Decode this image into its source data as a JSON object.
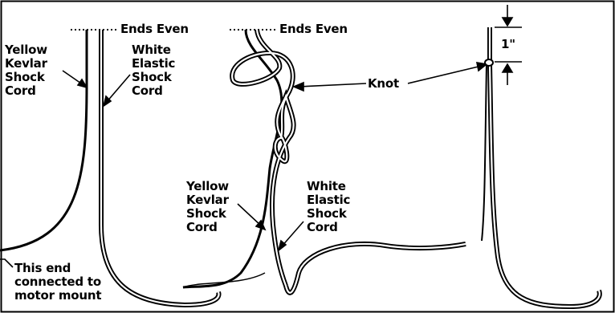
{
  "labels": {
    "ends_even_1": "Ends Even",
    "ends_even_2": "Ends Even",
    "yellow_left": [
      "Yellow",
      "Kevlar",
      "Shock",
      "Cord"
    ],
    "white_left": [
      "White",
      "Elastic",
      "Shock",
      "Cord"
    ],
    "motor_note": [
      "This end",
      "connected to",
      "motor mount"
    ],
    "knot": "Knot",
    "yellow_mid": [
      "Yellow",
      "Kevlar",
      "Shock",
      "Cord"
    ],
    "white_mid": [
      "White",
      "Elastic",
      "Shock",
      "Cord"
    ],
    "one_inch": "1\""
  },
  "colors": {
    "ink": "#000000",
    "cord_fill": "#ffffff",
    "background": "#ffffff"
  }
}
